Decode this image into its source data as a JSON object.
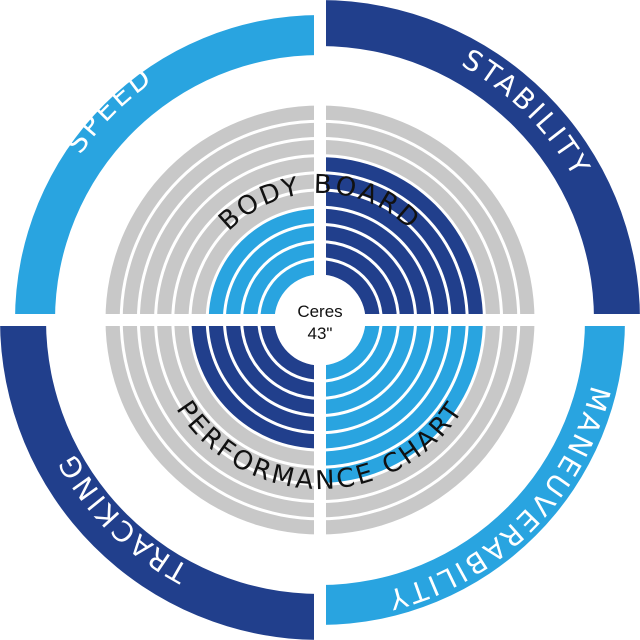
{
  "chart_data": {
    "type": "radial-rating",
    "title_top": "BODY BOARD",
    "title_bottom": "PERFORMANCE CHART",
    "center": {
      "name": "Ceres",
      "size": "43\""
    },
    "scale_max": 10,
    "categories": [
      {
        "label": "SPEED",
        "rating": 4,
        "quadrant": "top-left",
        "color": "#29a4e0"
      },
      {
        "label": "STABILITY",
        "rating": 7,
        "quadrant": "top-right",
        "color": "#213f8c"
      },
      {
        "label": "MANEUVERABILITY",
        "rating": 7,
        "quadrant": "bottom-right",
        "color": "#29a4e0"
      },
      {
        "label": "TRACKING",
        "rating": 5,
        "quadrant": "bottom-left",
        "color": "#213f8c"
      }
    ]
  },
  "colors": {
    "empty_ring": "#c8c8c8",
    "light_blue": "#29a4e0",
    "dark_blue": "#213f8c",
    "text": "#111111"
  }
}
